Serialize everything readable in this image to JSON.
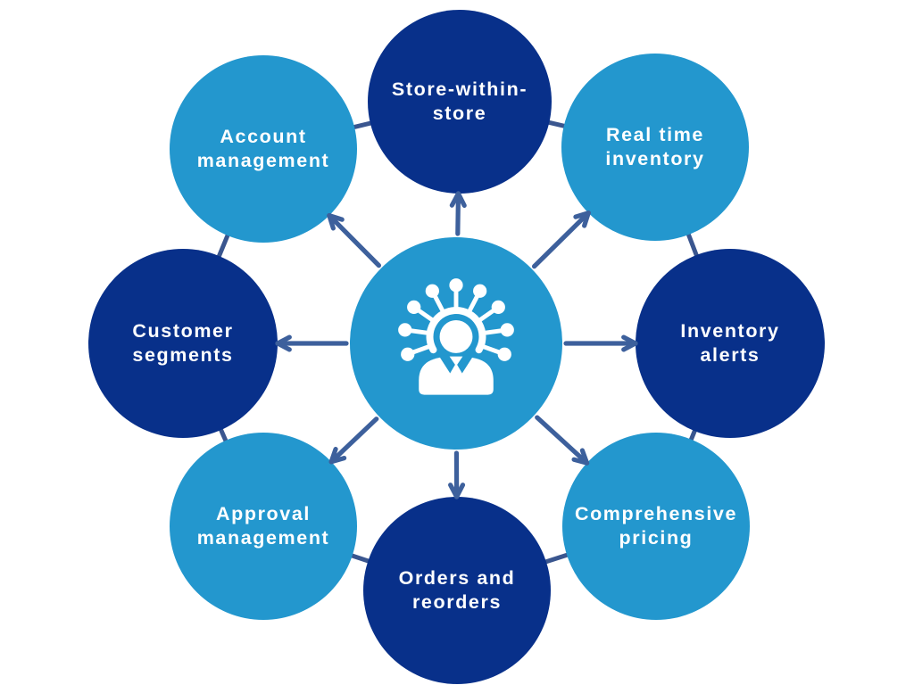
{
  "diagram": {
    "type": "hub-and-spoke"
  },
  "colors": {
    "background": "#ffffff",
    "light_blue": "#2397CE",
    "dark_blue": "#08308A",
    "connector": "#3A568F",
    "arrow": "#3D609C",
    "text": "#ffffff",
    "icon": "#ffffff"
  },
  "hub": {
    "icon": "person-network-icon",
    "color": "light"
  },
  "nodes": [
    {
      "id": "store-within-store",
      "color": "dark",
      "lines": [
        "Store-within-",
        "store"
      ]
    },
    {
      "id": "real-time-inventory",
      "color": "light",
      "lines": [
        "Real time",
        "inventory"
      ]
    },
    {
      "id": "inventory-alerts",
      "color": "dark",
      "lines": [
        "Inventory",
        "alerts"
      ]
    },
    {
      "id": "comprehensive-pricing",
      "color": "light",
      "lines": [
        "Comprehensive",
        "pricing"
      ]
    },
    {
      "id": "orders-and-reorders",
      "color": "dark",
      "lines": [
        "Orders and",
        "reorders"
      ]
    },
    {
      "id": "approval-management",
      "color": "light",
      "lines": [
        "Approval",
        "management"
      ]
    },
    {
      "id": "customer-segments",
      "color": "dark",
      "lines": [
        "Customer",
        "segments"
      ]
    },
    {
      "id": "account-management",
      "color": "light",
      "lines": [
        "Account",
        "management"
      ]
    }
  ]
}
